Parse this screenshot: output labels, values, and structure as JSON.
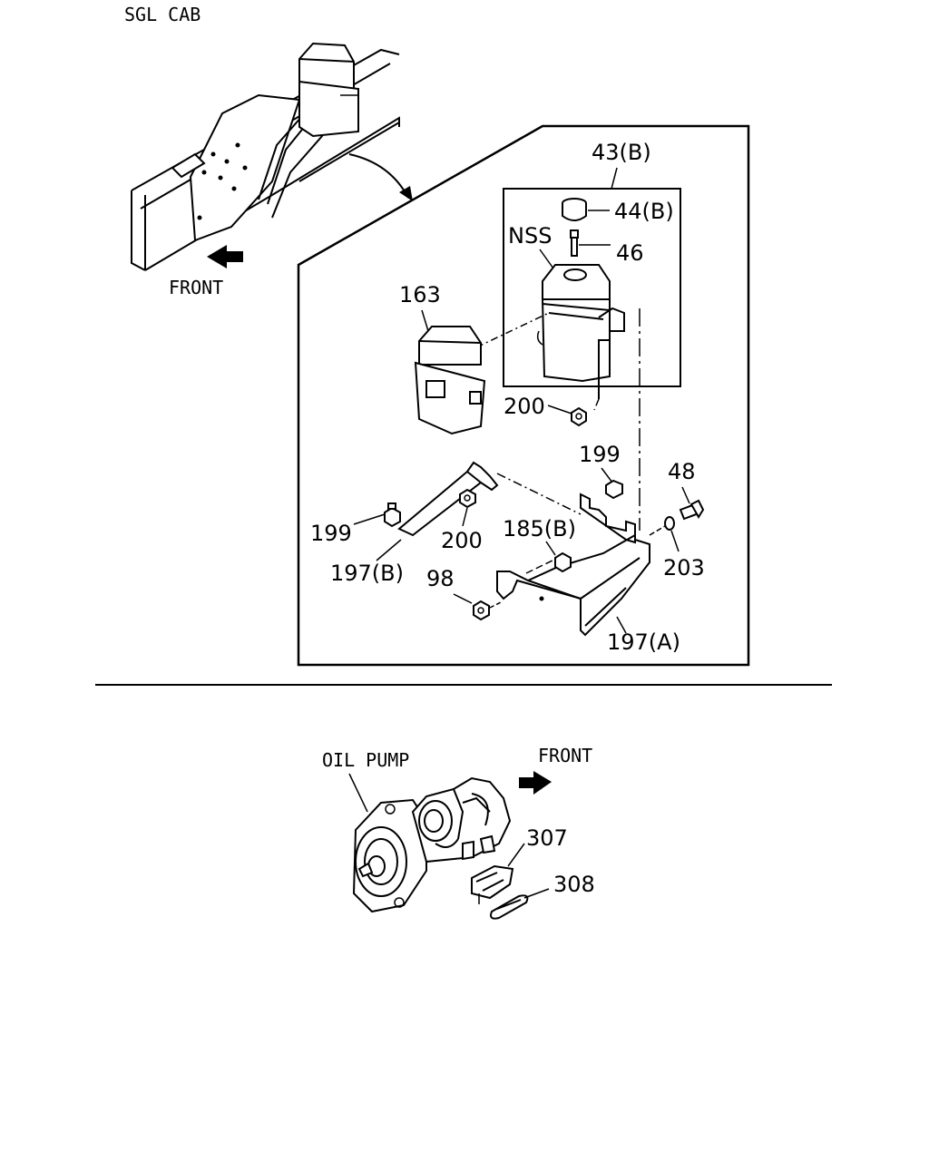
{
  "top_section": {
    "title": "SGL CAB",
    "front_label": "FRONT"
  },
  "detail": {
    "callouts": {
      "c_43b": "43(B)",
      "c_44b": "44(B)",
      "c_nss": "NSS",
      "c_46": "46",
      "c_163": "163",
      "c_200a": "200",
      "c_199a": "199",
      "c_48": "48",
      "c_199b": "199",
      "c_200b": "200",
      "c_185b": "185(B)",
      "c_203": "203",
      "c_197b": "197(B)",
      "c_98": "98",
      "c_197a": "197(A)"
    }
  },
  "bottom_section": {
    "oil_pump_label": "OIL PUMP",
    "front_label": "FRONT",
    "callouts": {
      "c_307": "307",
      "c_308": "308"
    }
  }
}
